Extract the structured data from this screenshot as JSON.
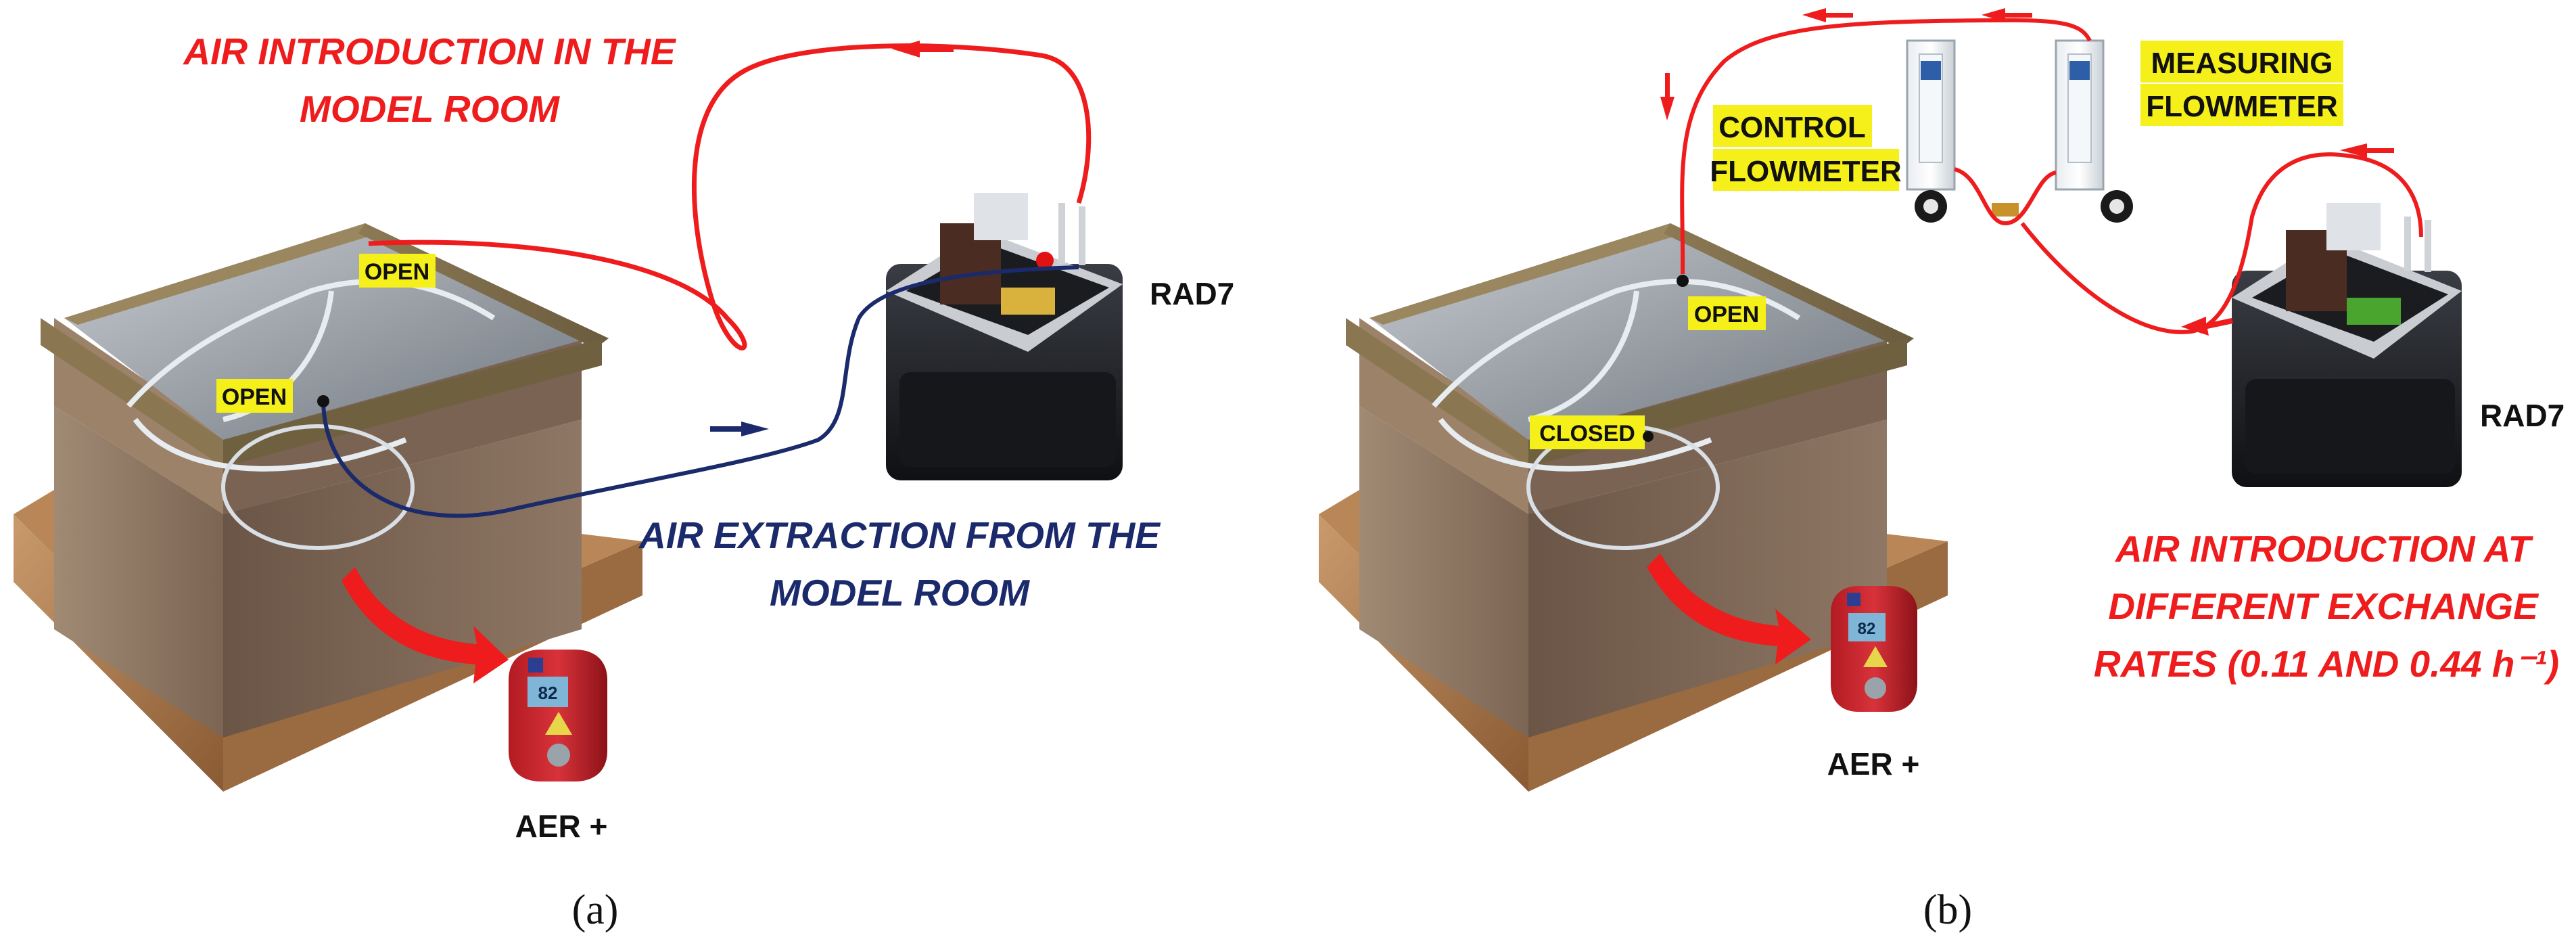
{
  "colors": {
    "introduction": "#ee1c1c",
    "extraction": "#1b2a6b",
    "highlight": "#f5ef1a",
    "text": "#111111"
  },
  "icons": [
    "model-room",
    "rad7-monitor",
    "aer-plus-detector",
    "flowmeter",
    "valve",
    "flow-arrow"
  ],
  "panel_a": {
    "caption": "(a)",
    "air_introduction_line1": "AIR INTRODUCTION IN THE",
    "air_introduction_line2": "MODEL ROOM",
    "air_extraction_line1": "AIR EXTRACTION FROM THE",
    "air_extraction_line2": "MODEL ROOM",
    "valve_top": "OPEN",
    "valve_left": "OPEN",
    "monitor": "RAD7",
    "detector": "AER +",
    "display_value": "82"
  },
  "panel_b": {
    "caption": "(b)",
    "control_line1": "CONTROL",
    "control_line2": "FLOWMETER",
    "measuring_line1": "MEASURING",
    "measuring_line2": "FLOWMETER",
    "valve_open": "OPEN",
    "valve_closed": "CLOSED",
    "monitor": "RAD7",
    "detector": "AER +",
    "display_value": "82",
    "introduction_line1": "AIR INTRODUCTION AT",
    "introduction_line2": "DIFFERENT EXCHANGE",
    "introduction_line3": "RATES (0.11 AND 0.44 h⁻¹)"
  }
}
